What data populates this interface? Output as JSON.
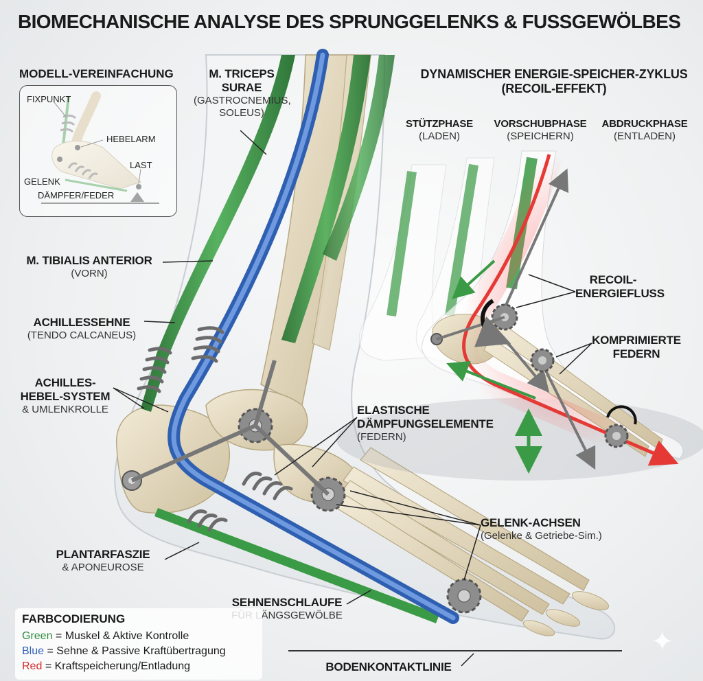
{
  "title": "BIOMECHANISCHE ANALYSE DES SPRUNGGELENKS & FUSSGEWÖLBES",
  "inset": {
    "heading": "MODELL-VEREINFACHUNG",
    "labels": {
      "fixpunkt": "FIXPUNKT",
      "hebelarm": "HEBELARM",
      "last": "LAST",
      "gelenk": "GELENK",
      "daempfer": "DÄMPFER/FEDER"
    }
  },
  "labels": {
    "triceps": {
      "name": "M. TRICEPS SURAE",
      "sub": "(GASTROCNEMIUS, SOLEUS)"
    },
    "tibialis": {
      "name": "M. TIBIALIS ANTERIOR",
      "sub": "(VORN)"
    },
    "achilles": {
      "name": "ACHILLESSEHNE",
      "sub": "(TENDO CALCANEUS)"
    },
    "hebel": {
      "name": "ACHILLES-HEBEL-SYSTEM",
      "sub": "& UMLENKROLLE"
    },
    "plantar": {
      "name": "PLANTARFASZIE",
      "sub": "& APONEUROSE"
    },
    "elastisch": {
      "name": "ELASTISCHE DÄMPFUNGSELEMENTE",
      "sub": "(FEDERN)"
    },
    "gelenkachsen": {
      "name": "GELENK-ACHSEN",
      "sub": "(Gelenke & Getriebe-Sim.)"
    },
    "sehnenschlaufe": {
      "name": "SEHNENSCHLAUFE",
      "sub": "FÜR LÄNGSGEWÖLBE"
    },
    "boden": {
      "name": "BODENKONTAKTLINIE"
    }
  },
  "cycle": {
    "title": "DYNAMISCHER ENERGIE-SPEICHER-ZYKLUS (RECOIL-EFFEKT)",
    "phases": [
      {
        "name": "STÜTZPHASE",
        "sub": "(LADEN)"
      },
      {
        "name": "VORSCHUBPHASE",
        "sub": "(SPEICHERN)"
      },
      {
        "name": "ABDRUCKPHASE",
        "sub": "(ENTLADEN)"
      }
    ],
    "recoil": "RECOIL-ENERGIEFLUSS",
    "federn": "KOMPRIMIERTE FEDERN"
  },
  "legend": {
    "title": "FARBCODIERUNG",
    "items": [
      {
        "key": "Green",
        "text": "= Muskel & Aktive Kontrolle",
        "color": "#2e8b3a"
      },
      {
        "key": "Blue",
        "text": "= Sehne & Passive Kraftübertragung",
        "color": "#2d5fb8"
      },
      {
        "key": "Red",
        "text": "= Kraftspeicherung/Entladung",
        "color": "#d42a2a"
      }
    ]
  },
  "colors": {
    "muscle": "#3a9a45",
    "tendon": "#3f6fc8",
    "energy": "#e53935",
    "bone": "#e8dcc0",
    "metal": "#8a8a8a"
  }
}
